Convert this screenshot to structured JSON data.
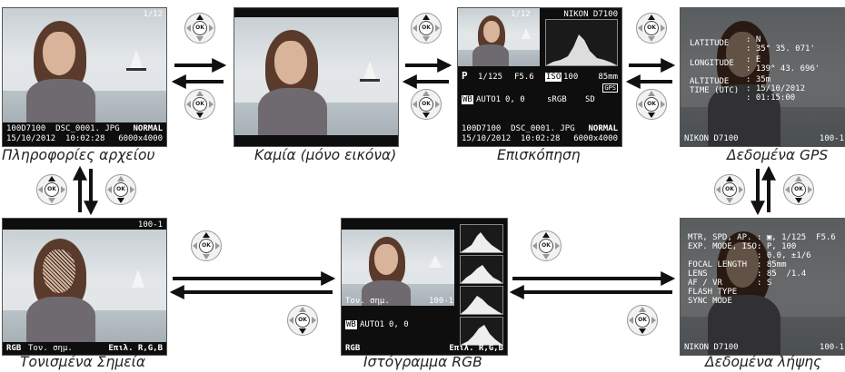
{
  "captions": {
    "file_info": "Πληροφορίες αρχείου",
    "none": "Καμία (μόνο εικόνα)",
    "overview": "Επισκόπηση",
    "gps": "Δεδομένα GPS",
    "highlights": "Τονισμένα Σημεία",
    "rgb": "Ιστόγραμμα RGB",
    "shooting": "Δεδομένα λήψης"
  },
  "dial_label": "OK",
  "file_info_screen": {
    "frame": "1/12",
    "file_line": "100D7100  DSC_0001. JPG",
    "date_line": "15/10/2012  10:02:28",
    "quality": "NORMAL",
    "size": "6000x4000"
  },
  "overview_screen": {
    "frame": "1/12",
    "camera": "NIKON D7100",
    "mode": "P",
    "shutter": "1/125",
    "aperture": "F5.6",
    "iso_label": "ISO",
    "iso": "100",
    "focal": "85mm",
    "gps_tag": "GPS",
    "wb_label": "WB",
    "wb": "AUTO1",
    "wb_adj": "0, 0",
    "color_space": "sRGB",
    "picture_control": "SD",
    "file_line": "100D7100  DSC_0001. JPG",
    "date_line": "15/10/2012  10:02:28",
    "quality": "NORMAL",
    "size": "6000x4000"
  },
  "gps_screen": {
    "labels": [
      "LATITUDE",
      "LONGITUDE",
      "ALTITUDE",
      "TIME (UTC)"
    ],
    "values": [
      ": N",
      ": 35° 35. 071'",
      ": E",
      ": 139° 43. 696'",
      ": 35m",
      ": 15/10/2012",
      ": 01:15:00"
    ],
    "camera": "NIKON D7100",
    "frame": "100-1"
  },
  "highlights_screen": {
    "frame": "100-1",
    "mode": "RGB",
    "label": "Τον. σημ.",
    "select": "Επιλ. R,G,B"
  },
  "rgb_screen": {
    "label": "Τον. σημ.",
    "frame": "100-1",
    "wb_label": "WB",
    "wb": "AUTO1",
    "wb_adj": "0, 0",
    "mode": "RGB",
    "select": "Επιλ. R,G,B"
  },
  "shooting_screen": {
    "labels": [
      "MTR, SPD, AP.",
      "EXP. MODE, ISO",
      "",
      "FOCAL LENGTH",
      "LENS",
      "AF / VR",
      "FLASH TYPE",
      "SYNC MODE"
    ],
    "values": [
      ": ▣, 1/125  F5.6",
      ": P, 100",
      ": 0.0, ±1/6",
      ": 85mm",
      ": 85  /1.4",
      ": S",
      "",
      ""
    ],
    "camera": "NIKON D7100",
    "frame": "100-1"
  }
}
